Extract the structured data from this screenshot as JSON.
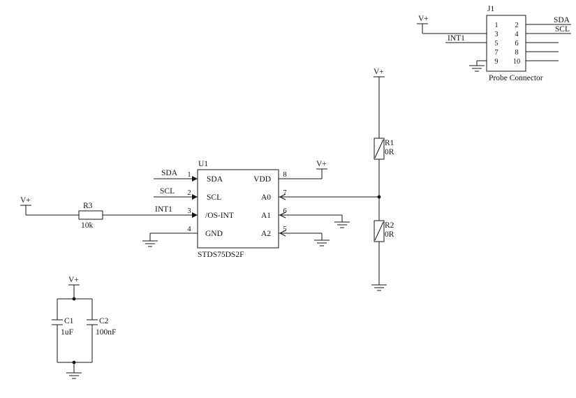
{
  "nets": {
    "vplus": "V+",
    "sda": "SDA",
    "scl": "SCL",
    "int1": "INT1"
  },
  "j1": {
    "ref": "J1",
    "caption": "Probe Connector",
    "pin_rows": [
      {
        "l": "1",
        "r": "2"
      },
      {
        "l": "3",
        "r": "4"
      },
      {
        "l": "5",
        "r": "6"
      },
      {
        "l": "7",
        "r": "8"
      },
      {
        "l": "9",
        "r": "10"
      }
    ]
  },
  "u1": {
    "ref": "U1",
    "part": "STDS75DS2F",
    "pins_left": [
      {
        "num": "1",
        "label": "SDA"
      },
      {
        "num": "2",
        "label": "SCL"
      },
      {
        "num": "3",
        "label": "/OS-INT"
      },
      {
        "num": "4",
        "label": "GND"
      }
    ],
    "pins_right": [
      {
        "num": "8",
        "label": "VDD"
      },
      {
        "num": "7",
        "label": "A0"
      },
      {
        "num": "6",
        "label": "A1"
      },
      {
        "num": "5",
        "label": "A2"
      }
    ]
  },
  "resistors": {
    "r1": {
      "ref": "R1",
      "value": "0R"
    },
    "r2": {
      "ref": "R2",
      "value": "0R"
    },
    "r3": {
      "ref": "R3",
      "value": "10k"
    }
  },
  "capacitors": {
    "c1": {
      "ref": "C1",
      "value": "1uF"
    },
    "c2": {
      "ref": "C2",
      "value": "100nF"
    }
  }
}
